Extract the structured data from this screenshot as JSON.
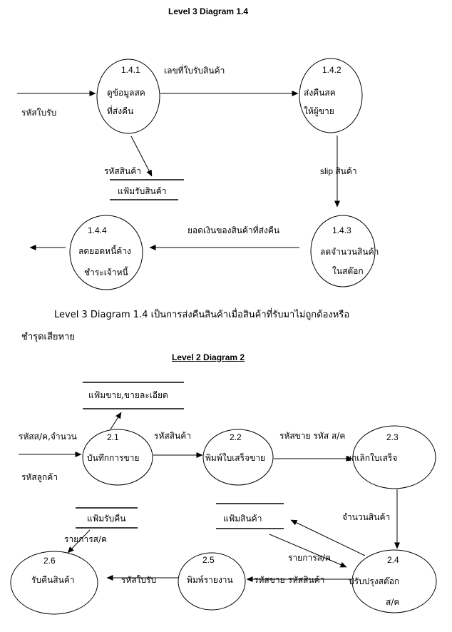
{
  "diagram1": {
    "title": "Level 3 Diagram  1.4",
    "p141": {
      "id": "1.4.1",
      "l1": "ดูข้อมูลสค",
      "l2": "ที่ส่งคืน"
    },
    "p142": {
      "id": "1.4.2",
      "l1": "ส่งคืนสค",
      "l2": "ให้ผู้ขาย"
    },
    "p143": {
      "id": "1.4.3",
      "l1": "ลดจำนวนสินค้า",
      "l2": "ในสต๊อก"
    },
    "p144": {
      "id": "1.4.4",
      "l1": "ลดยอดหนี้ค้าง",
      "l2": "ชำระเจ้าหนี้"
    },
    "store": "แฟ้มรับสินค้า",
    "flows": {
      "receipt_code": "รหัสใบรับ",
      "receipt_no": "เลขที่ใบรับสินค้า",
      "product_code": "รหัสสินค้า",
      "slip": "slip สินค้า",
      "return_amount": "ยอดเงินของสินค้าที่ส่งคืน"
    },
    "desc_line1": "Level  3  Diagram  1.4  เป็นการส่งคืนสินค้าเมื่อสินค้าที่รับมาไม่ถูกต้องหรือ",
    "desc_line2": "ชำรุดเสียหาย"
  },
  "diagram2": {
    "title": "Level 2 Diagram  2",
    "p21": {
      "id": "2.1",
      "label": "บันทึกการขาย"
    },
    "p22": {
      "id": "2.2",
      "label": "พิมพ์ใบเสร็จขาย"
    },
    "p23": {
      "id": "2.3",
      "label": "ยกเลิกใบเสร็จ"
    },
    "p24": {
      "id": "2.4",
      "l1": "ปรับปรุงสต๊อก",
      "l2": "ส/ค"
    },
    "p25": {
      "id": "2.5",
      "label": "พิมพ์รายงาน"
    },
    "p26": {
      "id": "2.6",
      "label": "รับคืนสินค้า"
    },
    "store_sales": "แฟ้มขาย,ขายละเอียด",
    "store_return": "แฟ้มรับคืน",
    "store_product": "แฟ้มสินค้า",
    "flows": {
      "in_product_qty": "รหัสส/ค,จำนวน",
      "in_customer": "รหัสลูกค้า",
      "product_code": "รหัสสินค้า",
      "sale_code": "รหัสขาย รหัส ส/ค",
      "quantity": "จำนวนสินค้า",
      "item_list_a": "รายการส/ค",
      "item_list_b": "รายการส/ค",
      "sale_product_code": "รหัสขาย รหัสสินค้า",
      "receipt_code": "รหัสใบรับ"
    }
  }
}
